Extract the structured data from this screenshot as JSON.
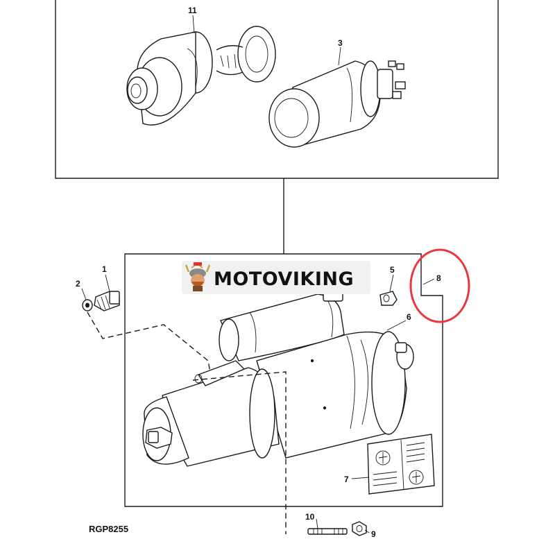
{
  "watermark": {
    "brand_text": "MOTOVIKING",
    "logo_icon": "viking-mascot-icon"
  },
  "figure_ref": "RGP8255",
  "callouts": {
    "c1": "1",
    "c2": "2",
    "c3": "3",
    "c5": "5",
    "c6": "6",
    "c7": "7",
    "c8": "8",
    "c9": "9",
    "c10": "10",
    "c11": "11"
  },
  "highlight_color": "#e8383d"
}
